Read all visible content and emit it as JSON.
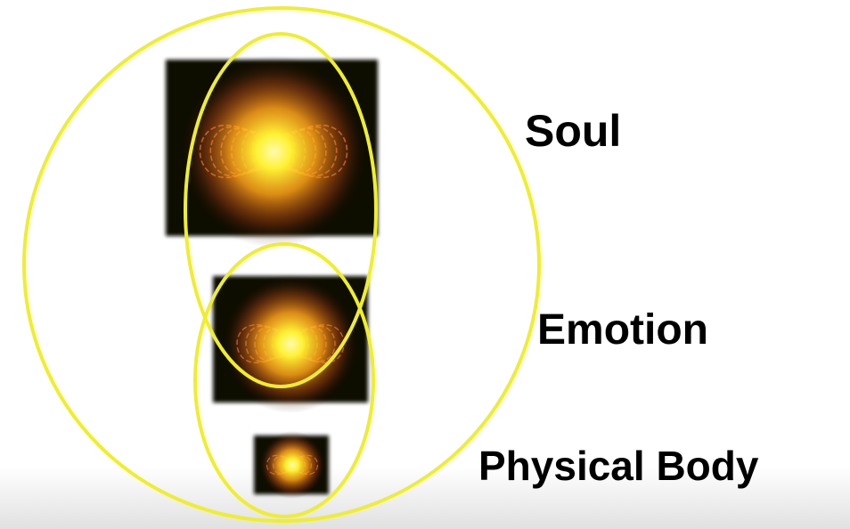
{
  "labels": {
    "soul": "Soul",
    "emotion": "Emotion",
    "physical_body": "Physical Body"
  },
  "colors": {
    "outline": "#f0ee2a",
    "panel": "#0b0704",
    "glow_core": "#fff233",
    "glow_mid": "#ffa21a",
    "field_lines": "#e8763c"
  },
  "icons": {
    "soul": "energy-field-large-icon",
    "emotion": "energy-field-medium-icon",
    "physical_body": "energy-field-small-icon"
  }
}
